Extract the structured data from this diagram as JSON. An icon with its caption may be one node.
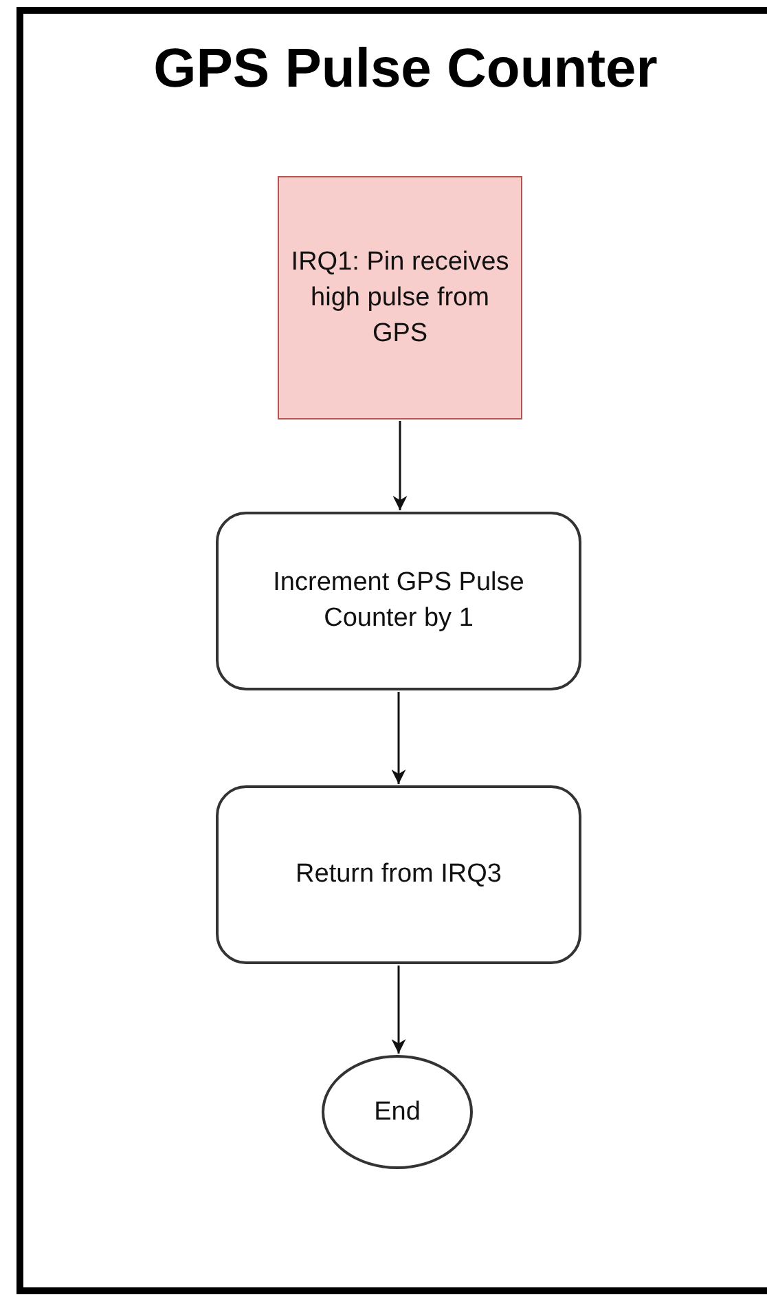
{
  "diagram": {
    "title": "GPS Pulse Counter",
    "nodes": [
      {
        "text": [
          "IRQ1: Pin receives high pulse from GPS"
        ]
      },
      {
        "text": [
          "Increment GPS Pulse Counter by 1"
        ]
      },
      {
        "text": [
          "Return from IRQ3"
        ]
      },
      {
        "text": [
          "End"
        ]
      }
    ],
    "edges": [
      {
        "from": 0,
        "to": 1,
        "arrow": "to"
      },
      {
        "from": 1,
        "to": 2,
        "arrow": "to"
      },
      {
        "from": 2,
        "to": 3,
        "arrow": "to"
      }
    ]
  }
}
